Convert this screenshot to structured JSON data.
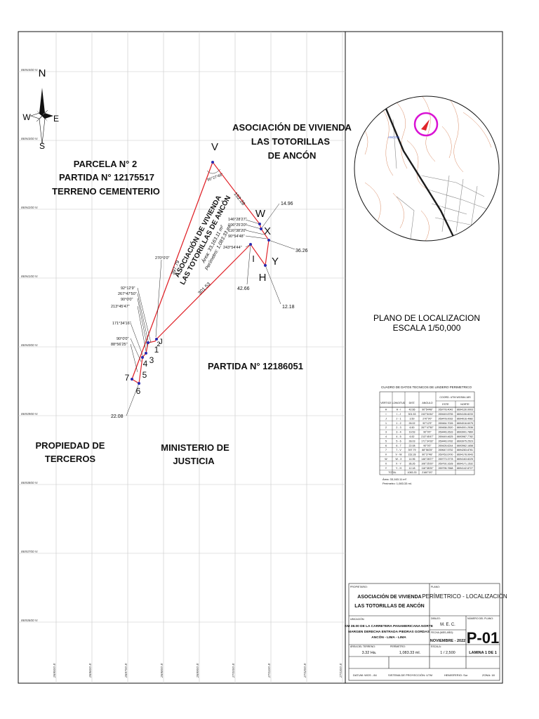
{
  "map": {
    "north_label": "N",
    "south_label": "S",
    "east_label": "E",
    "west_label": "W",
    "northings": [
      "8694400 N",
      "8694300 N",
      "8694200 N",
      "8694100 N",
      "8694000 N",
      "8693900 N",
      "8693800 N",
      "8693700 N",
      "8693600 N"
    ],
    "eastings": [
      "269500 E",
      "269600 E",
      "269700 E",
      "269800 E",
      "269900 E",
      "270000 E",
      "270100 E",
      "270200 E",
      "270300 E"
    ],
    "labels": {
      "parcela_1": "PARCELA N° 2",
      "parcela_2": "PARTIDA N° 12175517",
      "parcela_3": "TERRENO CEMENTERIO",
      "asoc_1": "ASOCIACIÓN DE VIVIENDA",
      "asoc_2": "LAS TOTORILLAS",
      "asoc_3": "DE ANCÓN",
      "partida": "PARTIDA N° 12186051",
      "prop_1": "PROPIEDAD DE",
      "prop_2": "TERCEROS",
      "min_1": "MINISTERIO DE",
      "min_2": "JUSTICIA",
      "poly_1": "ASOCIACIÓN DE VIVIENDA",
      "poly_2": "LAS TOTORILLAS DE ANCÓN",
      "poly_area": "Área: 33,163.11 m²",
      "poly_perim": "Perímetro: 1,083.33 ml."
    },
    "vertices": {
      "V": "V",
      "W": "W",
      "X": "X",
      "Y": "Y",
      "H": "H",
      "I": "I",
      "J": "J",
      "n1": "1",
      "n2": "2",
      "n3": "3",
      "n4": "4",
      "n5": "5",
      "n6": "6",
      "n7": "7"
    },
    "dims": {
      "d_vw": "152.28",
      "d_diag": "397.79",
      "d_bottom": "301.53",
      "d_w": "14.96",
      "d_y": "36.26",
      "d_h": "12.18",
      "d_i": "42.66",
      "d_7": "22.08"
    },
    "angles": {
      "a_v": "90°27'48\"",
      "a_w1": "146°28'27\"",
      "a_w2": "106°25'20\"",
      "a_w3": "116°38'20\"",
      "a_w4": "90°54'48\"",
      "a_i": "243°54'44\"",
      "a_j": "270°0'0\"",
      "a_l1": "92°12'9\"",
      "a_l2": "267°47'50\"",
      "a_l3": "90°0'0\"",
      "a_l4": "213°45'47\"",
      "a_l5": "171°34'16\"",
      "a_l6": "90°0'0\"",
      "a_l7": "88°56'25\""
    }
  },
  "location": {
    "title": "PLANO DE LOCALIZACION",
    "scale": "ESCALA 1/50,000",
    "town": "ANCON"
  },
  "table": {
    "title": "CUADRO DE DATOS TECNICOS DE LINDERO PERIMETRICO",
    "headers": [
      "VERTICE",
      "LONGITUD",
      "DIST.",
      "ANGULO",
      "COORD. UTM WGS84-18S"
    ],
    "subheaders": [
      "ESTE",
      "NORTE"
    ],
    "rows": [
      [
        "H",
        "H - I",
        "42.66",
        "90°54'48\"",
        "269778.4042",
        "8694130.0003"
      ],
      [
        "I",
        "I - J",
        "301.53",
        "243°54'44\"",
        "269449.8755",
        "8694106.8233"
      ],
      [
        "J",
        "J - 1",
        "3.50",
        "270°0'0\"",
        "269478.0032",
        "8694016.4982"
      ],
      [
        "1",
        "1 - 2",
        "26.02",
        "92°12'9\"",
        "269464.7026",
        "8694016.6075"
      ],
      [
        "2",
        "2 - 3",
        "6.50",
        "267°47'50\"",
        "269458.2520",
        "8694001.2536"
      ],
      [
        "3",
        "3 - 4",
        "19.53",
        "90°0'0\"",
        "269446.2633",
        "8693991.7860"
      ],
      [
        "4",
        "4 - 5",
        "6.52",
        "213°45'47\"",
        "269449.4625",
        "8693987.7782"
      ],
      [
        "5",
        "5 - 6",
        "28.03",
        "171°34'16\"",
        "269446.9782",
        "8693975.2523"
      ],
      [
        "6",
        "6 - 7",
        "22.08",
        "90°0'0\"",
        "269426.6244",
        "8693962.1658"
      ],
      [
        "7",
        "7 - V",
        "397.79",
        "88°56'25\"",
        "269647.5752",
        "8694283.8781"
      ],
      [
        "V",
        "V - W",
        "152.28",
        "90°27'48\"",
        "269763.6700",
        "8694178.9943"
      ],
      [
        "W",
        "W - X",
        "14.96",
        "146°28'27\"",
        "269773.3778",
        "8694163.8225"
      ],
      [
        "X",
        "X - Y",
        "36.26",
        "106°25'20\"",
        "269792.1628",
        "8694171.1532"
      ],
      [
        "Y",
        "Y - H",
        "12.18",
        "116°38'20\"",
        "269796.7668",
        "8694142.8727"
      ]
    ],
    "total_label": "TOTAL",
    "total_dist": "1083.33",
    "total_angle": "2160°0'0\"",
    "area_note": "Área: 33,163.11 m².",
    "perimeter_note": "Perímetro: 1,083.33 ml."
  },
  "title_block": {
    "propietario_label": "PROPIETARIO:",
    "propietario_1": "ASOCIACIÓN DE VIVIENDA",
    "propietario_2": "LAS TOTORILLAS DE ANCÓN",
    "plano_label": "PLANO:",
    "plano": "PERÍMETRICO - LOCALIZACIÓN",
    "ubicacion_label": "UBICACIÓN:",
    "ubicacion_1": "KM 38.00 DE LA CARRETERA PANAMERICANA NORTE",
    "ubicacion_2": "MARGEN DERECHA ENTRADA PIEDRAS GORDAS",
    "ubicacion_3": "ANCÓN - LIMA - LIMA",
    "dibujo_label": "DIBUJO:",
    "dibujo": "M. E. C.",
    "numero_label": "NÚMERO DEL PLANO:",
    "numero": "P-01",
    "fecha_label": "FECHA (MES-AÑO):",
    "fecha": "NOVIEMBRE - 2022",
    "area_label": "ÁREA DEL TERRENO:",
    "area": "3.32 Ha.",
    "perimetro_label": "PERÍMETRO:",
    "perimetro": "1,083.33 ml.",
    "escala_label": "ESCALA:",
    "escala": "1 / 2,500",
    "lamina": "LAMINA 1 DE 1",
    "datum": "DATUM: WGS - 84",
    "sistema": "SISTEMA DE PROYECCIÓN: UTM",
    "hemisferio": "HEMISFERIO: Sur",
    "zona": "ZONA: 18"
  },
  "colors": {
    "polygon": "#e0242a",
    "circle": "#d912d4",
    "road": "#1b1b1b"
  }
}
